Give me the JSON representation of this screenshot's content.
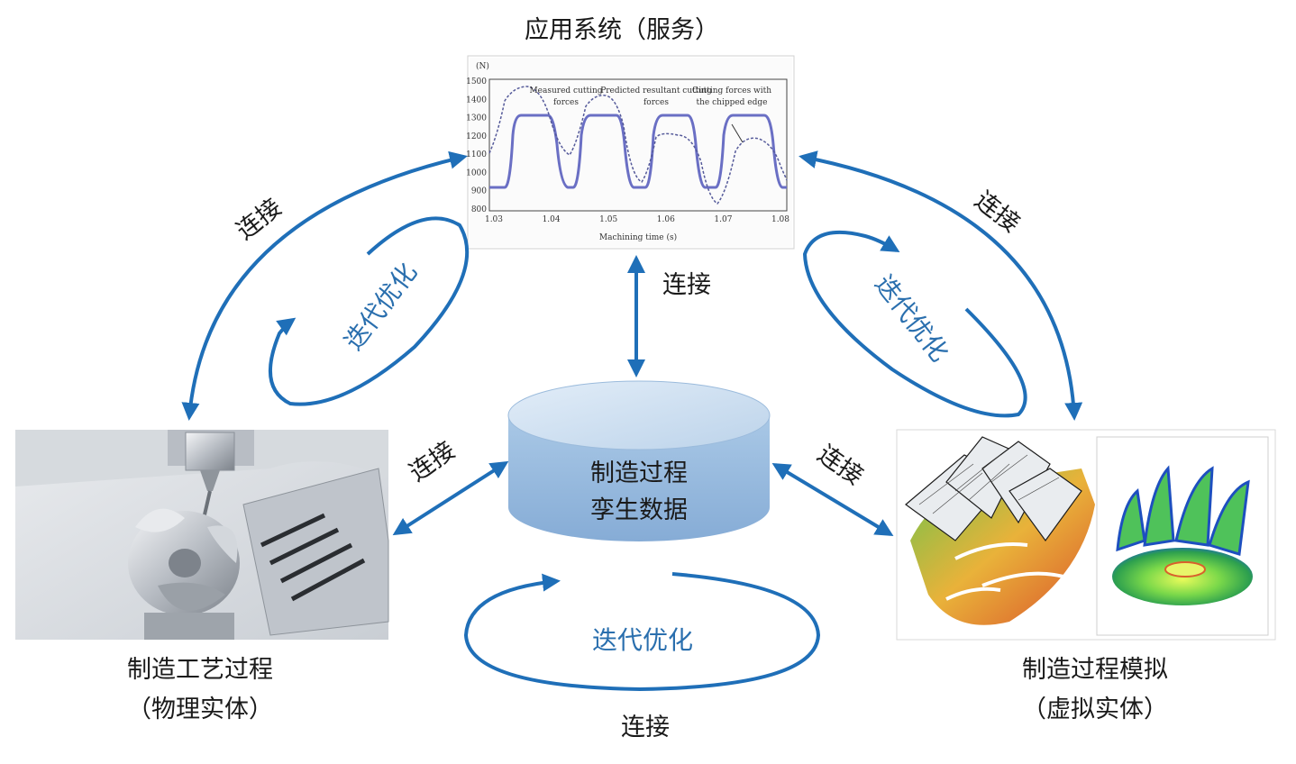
{
  "top_node": {
    "title": "应用系统（服务）",
    "chart": {
      "unit_label": "(N)",
      "y_ticks": [
        "1500",
        "1400",
        "1300",
        "1200",
        "1100",
        "1000",
        "900",
        "800"
      ],
      "x_ticks": [
        "1.03",
        "1.04",
        "1.05",
        "1.06",
        "1.07",
        "1.08"
      ],
      "x_label": "Machining time (s)",
      "annotations": [
        "Measured cutting forces",
        "Predicted resultant cutting forces",
        "Cutting forces with the chipped edge"
      ]
    }
  },
  "center_node": {
    "line1": "制造过程",
    "line2": "孪生数据"
  },
  "left_node": {
    "line1": "制造工艺过程",
    "line2": "（物理实体）"
  },
  "right_node": {
    "line1": "制造过程模拟",
    "line2": "（虚拟实体）"
  },
  "connect_labels": {
    "top_left": "连接",
    "top_right": "连接",
    "top_center": "连接",
    "left_center": "连接",
    "right_center": "连接",
    "bottom": "连接"
  },
  "iterate_labels": {
    "left": "迭代优化",
    "right": "迭代优化",
    "bottom": "迭代优化"
  },
  "colors": {
    "arrow_blue": "#1f6fb8",
    "text_blue": "#2a6fae",
    "cylinder_top": "#cfe0f2",
    "cylinder_body": "#9dbfe0"
  }
}
